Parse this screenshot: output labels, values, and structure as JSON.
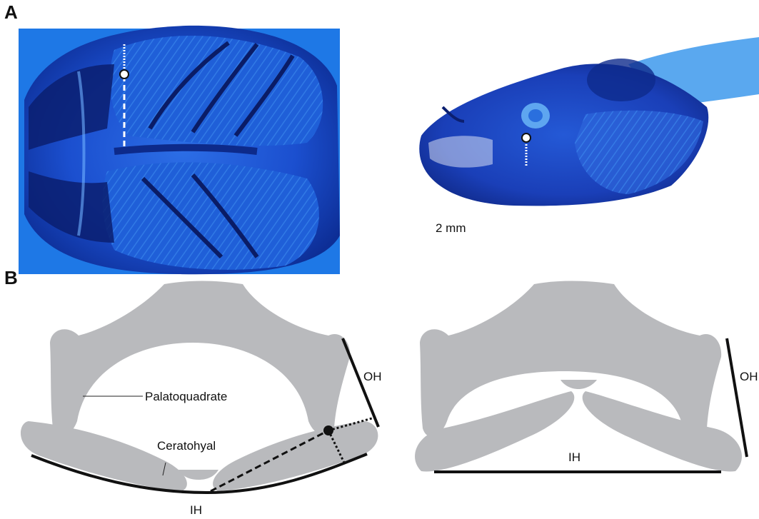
{
  "panels": {
    "a": {
      "letter": "A",
      "scale_bar_label": "2 mm"
    },
    "b": {
      "letter": "B",
      "left": {
        "palatoquadrate": "Palatoquadrate",
        "ceratohyal": "Ceratohyal",
        "oh": "OH",
        "ih": "IH"
      },
      "right": {
        "oh": "OH",
        "ih": "IH"
      }
    }
  },
  "colors": {
    "stain_blue": "#1a4fd0",
    "cartilage_gray": "#b9babd",
    "measure_line": "#111111",
    "landmark_fill": "#ffffff"
  }
}
